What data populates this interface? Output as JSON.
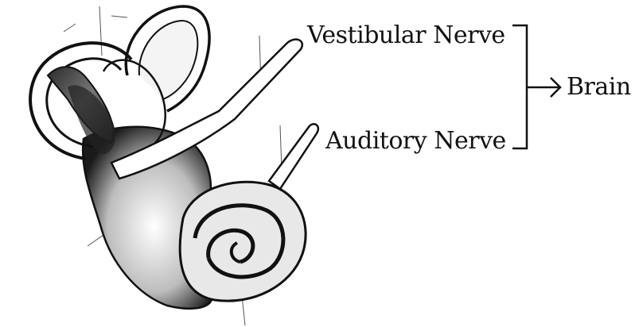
{
  "labels": {
    "vestibular_nerve": "Vestibular Nerve",
    "auditory_nerve": "Auditory Nerve",
    "brain": "Brain"
  },
  "colors": {
    "ink": "#111111",
    "shade": "#3a3a3a",
    "paper": "#ffffff"
  }
}
